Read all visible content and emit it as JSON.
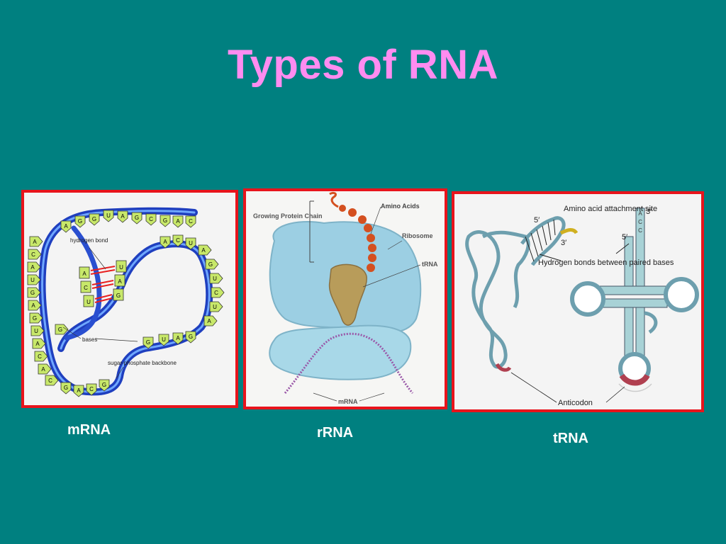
{
  "slide": {
    "title": "Types of RNA",
    "background_color": "#008080",
    "title_color": "#ff8cf0",
    "border_color": "#e8141c"
  },
  "mrna": {
    "caption": "mRNA",
    "labels": {
      "hydrogen_bond": "hydrogen bond",
      "bases": "bases",
      "backbone": "sugar-phosphate backbone"
    },
    "top_bases": [
      "A",
      "G",
      "G",
      "U",
      "A",
      "G",
      "C",
      "G",
      "A",
      "C"
    ],
    "left_bases": [
      "A",
      "C",
      "A",
      "U",
      "G",
      "A",
      "G",
      "U",
      "A",
      "C",
      "A",
      "C",
      "G"
    ],
    "bottom_bases": [
      "G",
      "A",
      "C",
      "G"
    ],
    "right_bases": [
      "A",
      "C",
      "U",
      "A",
      "G",
      "U",
      "C",
      "U",
      "A",
      "G",
      "A",
      "U",
      "G"
    ],
    "pair_left": [
      "A",
      "C",
      "U"
    ],
    "pair_right": [
      "U",
      "A",
      "G"
    ]
  },
  "rrna": {
    "caption": "rRNA",
    "labels": {
      "amino_acids": "Amino Acids",
      "growing_chain": "Growing Protein Chain",
      "ribosome": "Ribosome",
      "trna": "tRNA",
      "mrna": "mRNA"
    }
  },
  "trna": {
    "caption": "tRNA",
    "labels": {
      "attachment_site": "Amino acid attachment site",
      "five_prime": "5′",
      "three_prime": "3′",
      "hydrogen_bonds": "Hydrogen bonds between paired bases",
      "anticodon": "Anticodon"
    },
    "acceptor_bases": [
      "A",
      "C",
      "C"
    ]
  }
}
